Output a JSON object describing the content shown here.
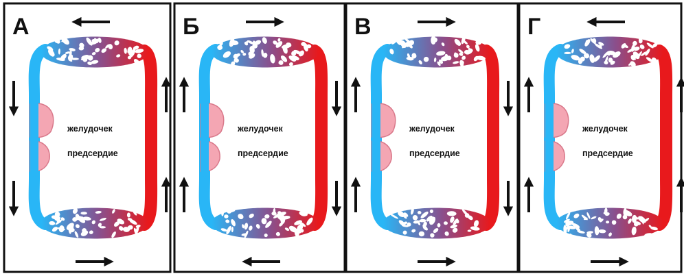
{
  "panels": [
    {
      "id": "a",
      "letter": "А",
      "top_arrow": "left",
      "bottom_arrow": "right",
      "left_arrows": "down",
      "right_arrows": "up"
    },
    {
      "id": "b",
      "letter": "Б",
      "top_arrow": "right",
      "bottom_arrow": "left",
      "left_arrows": "up",
      "right_arrows": "down"
    },
    {
      "id": "v",
      "letter": "В",
      "top_arrow": "right",
      "bottom_arrow": "right",
      "left_arrows": "up",
      "right_arrows": "down"
    },
    {
      "id": "g",
      "letter": "Г",
      "top_arrow": "left",
      "bottom_arrow": "right",
      "left_arrows": "up",
      "right_arrows": "up"
    }
  ],
  "labels": {
    "ventricle": "желудочек",
    "atrium": "предсердие"
  },
  "colors": {
    "venous": "#29b6f6",
    "arterial": "#e8191c",
    "heart": "#f4a6b3",
    "heart_stroke": "#d9788a",
    "border": "#111111",
    "arrow": "#111111"
  }
}
